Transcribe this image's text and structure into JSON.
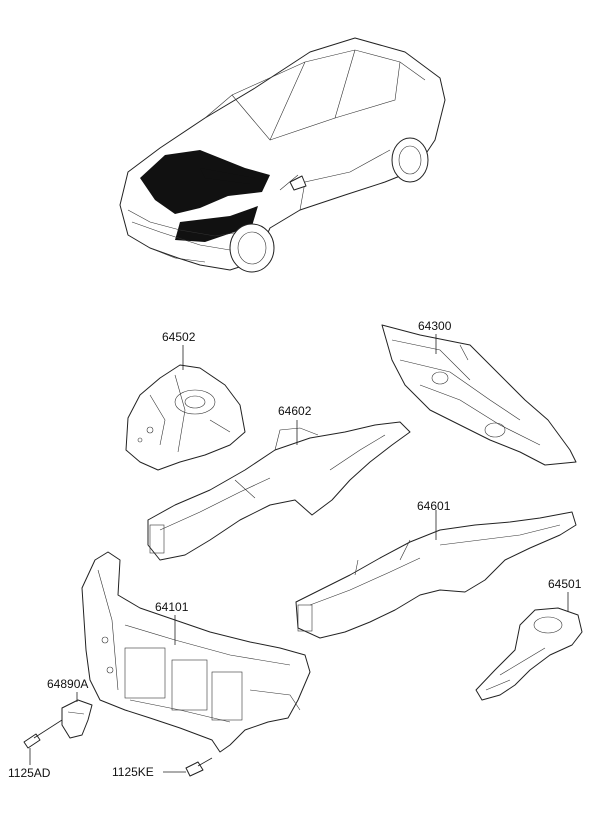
{
  "parts": {
    "p64502": "64502",
    "p64300": "64300",
    "p64602": "64602",
    "p64601": "64601",
    "p64501": "64501",
    "p64101": "64101",
    "p64890A": "64890A",
    "p1125AD": "1125AD",
    "p1125KE": "1125KE"
  },
  "icons": {
    "car": "vehicle-overview-icon"
  }
}
